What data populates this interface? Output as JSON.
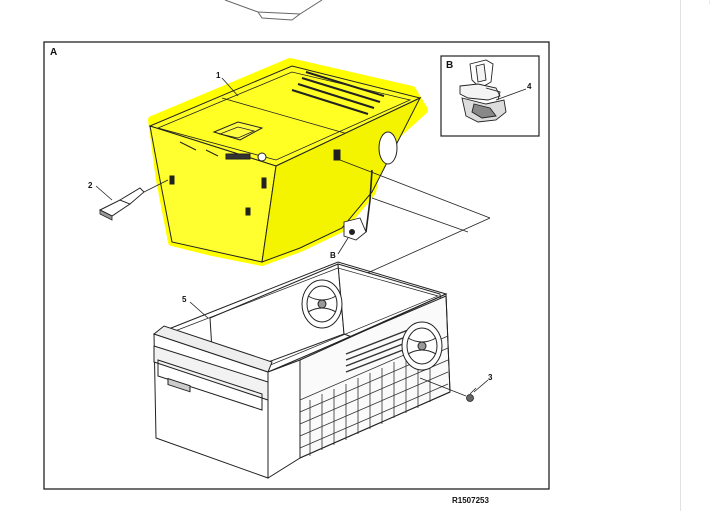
{
  "figure": {
    "panel_a_label": "A",
    "inset_b_label": "B",
    "callout_b_label": "B",
    "reference_code": "R1507253",
    "callouts": [
      {
        "id": "1",
        "text": "1",
        "part": "ice bin cover (highlighted)"
      },
      {
        "id": "2",
        "text": "2",
        "part": "latch key"
      },
      {
        "id": "3",
        "text": "3",
        "part": "screw"
      },
      {
        "id": "4",
        "text": "4",
        "part": "clip"
      },
      {
        "id": "5",
        "text": "5",
        "part": "drawer housing with fans"
      }
    ],
    "highlight_color": "#ffff00",
    "line_color": "#222222"
  },
  "page": {
    "edge_mark": "↕"
  }
}
